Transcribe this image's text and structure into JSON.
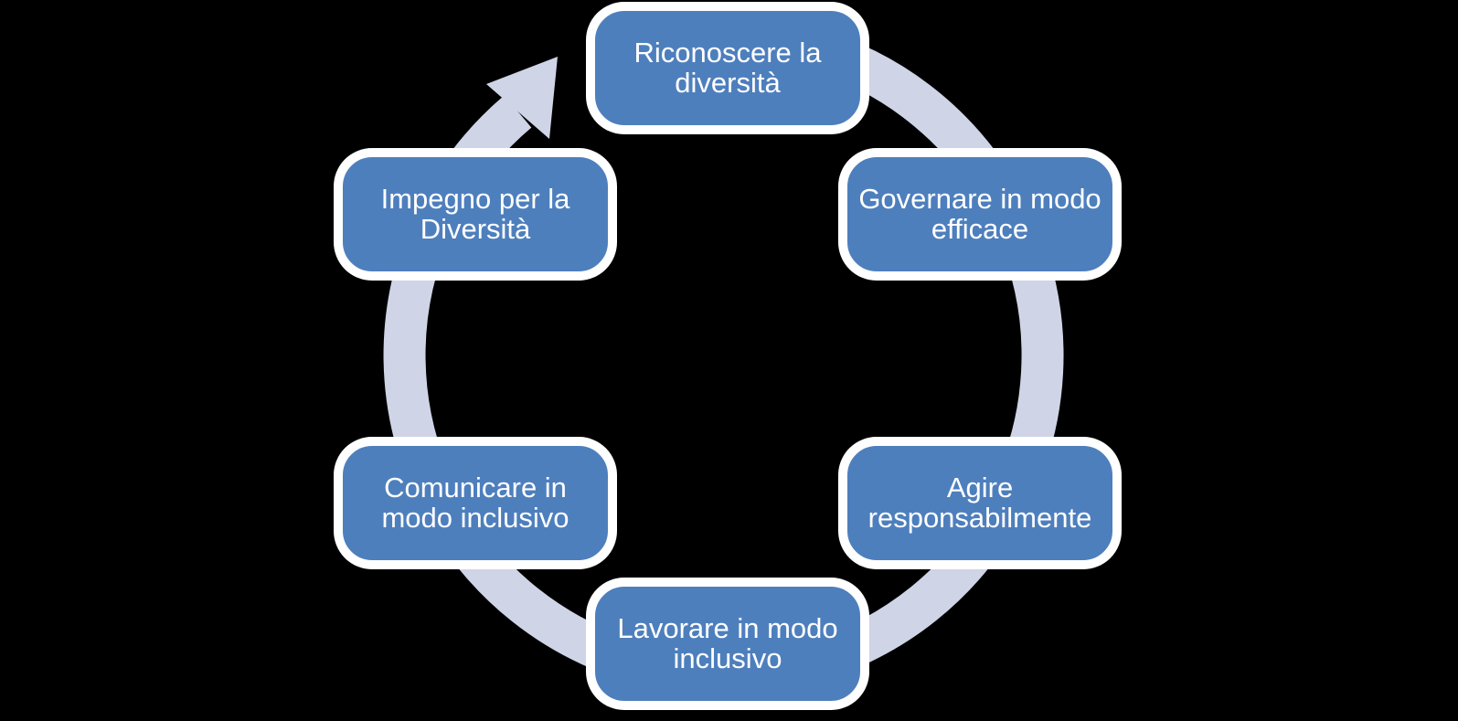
{
  "diagram": {
    "kind": "cycle",
    "direction": "clockwise",
    "colors": {
      "background": "#000000",
      "box_fill": "#4E7FBD",
      "box_border": "#FFFFFF",
      "text": "#FFFFFF",
      "arrow": "#CFD5E6"
    },
    "steps": [
      {
        "position": "top",
        "label": "Riconoscere la diversità"
      },
      {
        "position": "top-right",
        "label": "Governare in modo efficace"
      },
      {
        "position": "bottom-right",
        "label": "Agire responsabilmente"
      },
      {
        "position": "bottom",
        "label": "Lavorare in modo inclusivo"
      },
      {
        "position": "bottom-left",
        "label": "Comunicare in modo inclusivo"
      },
      {
        "position": "top-left",
        "label": "Impegno per la Diversità"
      }
    ]
  }
}
